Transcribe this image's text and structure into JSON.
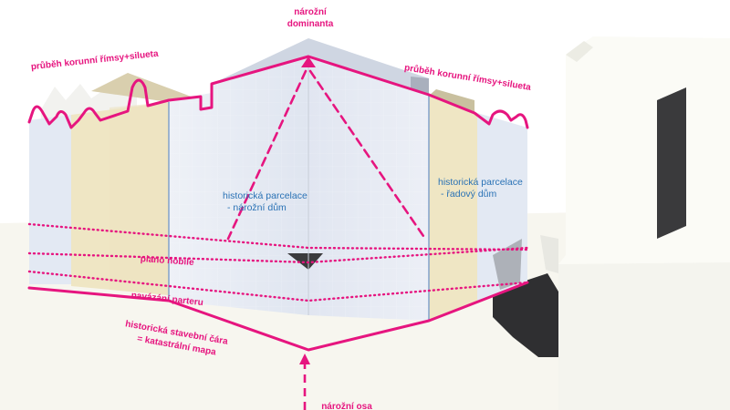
{
  "colors": {
    "accent": "#e6157f",
    "label_blue": "#2a72b5",
    "facade_blue": "#dfe6f2",
    "facade_yellow": "#efe6c4",
    "ground": "#f7f6f0"
  },
  "labels": {
    "corner_dominant_1": "nárožní",
    "corner_dominant_2": "dominanta",
    "cornice_left": "průběh korunní římsy+silueta",
    "cornice_right": "průběh korunní římsy+silueta",
    "parcel_corner_1": "historická parcelace",
    "parcel_corner_2": "- nárožní dům",
    "parcel_row_1": "historická parcelace",
    "parcel_row_2": "- řadový dům",
    "piano_nobile": "piano nobile",
    "parter": "navázání parteru",
    "building_line_1": "historická stavební čára",
    "building_line_2": "= katastrální mapa",
    "corner_axis": "nárožní osa"
  }
}
